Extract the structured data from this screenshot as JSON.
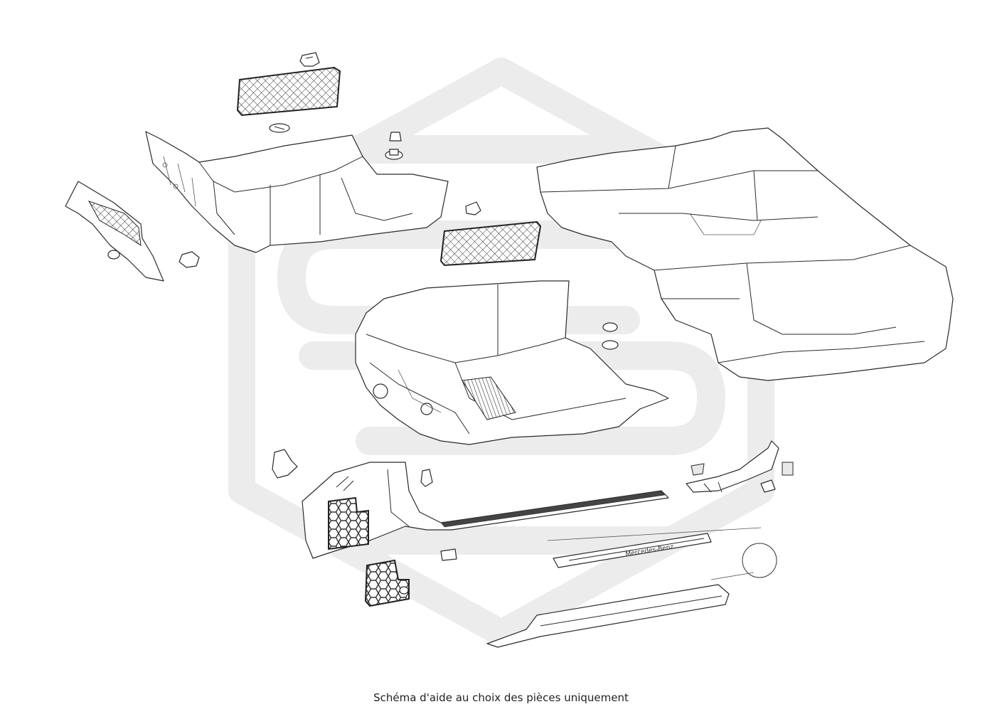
{
  "caption": "Schéma d'aide au choix des pièces uniquement",
  "badge_text": "Mercedes-Benz",
  "colors": {
    "background": "#ffffff",
    "line": "#2a2a2a",
    "watermark": "#ececec",
    "text": "#222222"
  },
  "watermark_icon": "S-logo-hexagon-watermark"
}
